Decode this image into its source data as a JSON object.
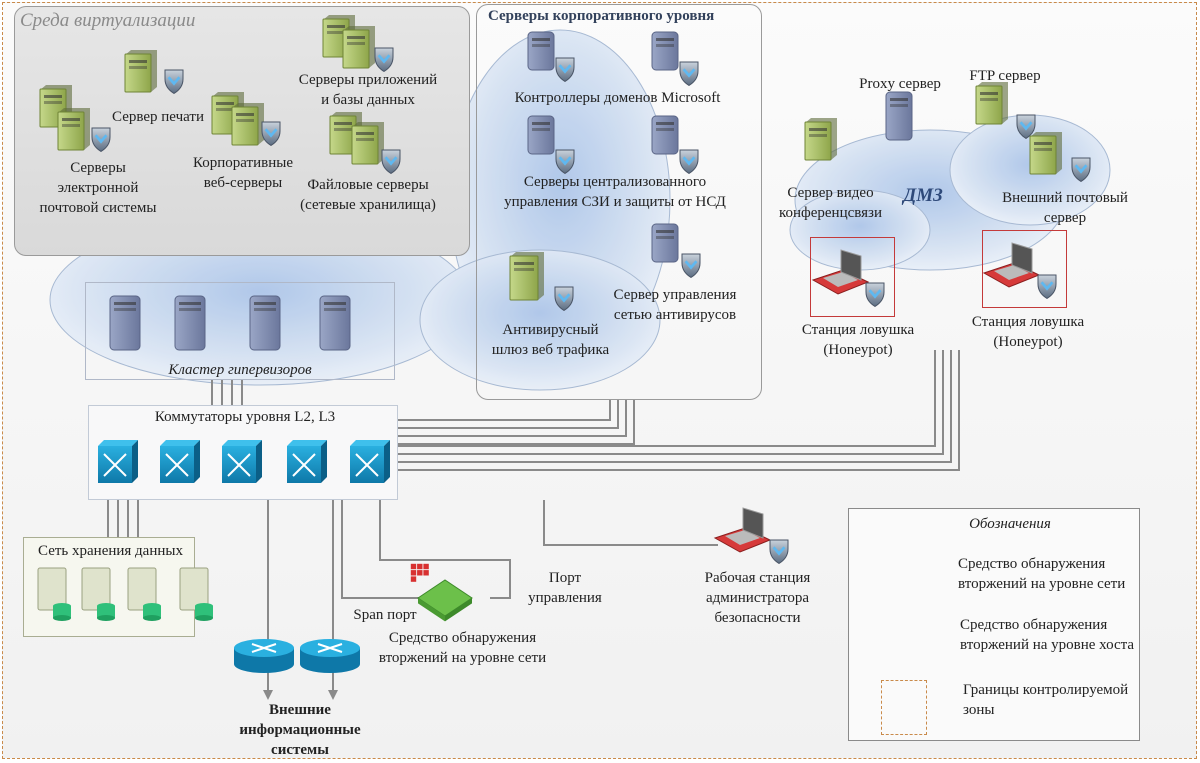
{
  "zones": {
    "virtualization": {
      "title": "Среда виртуализации",
      "items": [
        {
          "label_lines": [
            "Серверы",
            "электронной",
            "почтовой системы"
          ]
        },
        {
          "label_lines": [
            "Сервер печати"
          ]
        },
        {
          "label_lines": [
            "Корпоративные",
            "веб-серверы"
          ]
        },
        {
          "label_lines": [
            "Серверы приложений",
            "и базы данных"
          ]
        },
        {
          "label_lines": [
            "Файловые серверы",
            "(сетевые хранилища)"
          ]
        }
      ]
    },
    "corporate": {
      "title": "Серверы корпоративного уровня",
      "items": [
        {
          "label_lines": [
            "Контроллеры доменов Microsoft"
          ]
        },
        {
          "label_lines": [
            "Серверы централизованного",
            "управления СЗИ и защиты от НСД"
          ]
        },
        {
          "label_lines": [
            "Сервер управления",
            "сетью антивирусов"
          ]
        },
        {
          "label_lines": [
            "Антивирусный",
            "шлюз веб трафика"
          ]
        }
      ]
    },
    "dmz": {
      "title": "ДМЗ",
      "items": [
        {
          "label_lines": [
            "Proxy сервер"
          ]
        },
        {
          "label_lines": [
            "FTP сервер"
          ]
        },
        {
          "label_lines": [
            "Сервер видео",
            "конференцсвязи"
          ]
        },
        {
          "label_lines": [
            "Внешний почтовый",
            "сервер"
          ]
        },
        {
          "label_lines": [
            "Станция ловушка",
            "(Honeypot)"
          ]
        },
        {
          "label_lines": [
            "Станция ловушка",
            "(Honeypot)"
          ]
        }
      ]
    },
    "hypervisors": {
      "title": "Кластер гипервизоров",
      "count": 4
    },
    "switches": {
      "title": "Коммутаторы уровня L2, L3",
      "count": 5
    },
    "storage": {
      "title": "Сеть хранения данных",
      "count": 4
    }
  },
  "bottom": {
    "span_port": "Span порт",
    "mgmt_port_lines": [
      "Порт",
      "управления"
    ],
    "nids_lines": [
      "Средство обнаружения",
      "вторжений на уровне сети"
    ],
    "admin_ws_lines": [
      "Рабочая станция",
      "администратора",
      "безопасности"
    ],
    "external_lines": [
      "Внешние",
      "информационные",
      "системы"
    ]
  },
  "legend": {
    "title": "Обозначения",
    "items": [
      {
        "icon": "network-ids-icon",
        "label_lines": [
          "Средство обнаружения",
          "вторжений на уровне сети"
        ]
      },
      {
        "icon": "host-ids-shield-icon",
        "label_lines": [
          "Средство обнаружения",
          "вторжений на уровне хоста"
        ]
      },
      {
        "icon": "controlled-zone-border-icon",
        "label_lines": [
          "Границы контролируемой",
          "зоны"
        ]
      }
    ]
  },
  "colors": {
    "zone_border": "#c98a4a",
    "server_green": "#a8c060",
    "server_blue": "#7f8db0",
    "switch_blue": "#1a8fc0",
    "nids_green": "#6cc04a",
    "honeypot_red": "#c43a3a",
    "cloud": "#bcd0ea",
    "line": "#8a8a8a"
  }
}
